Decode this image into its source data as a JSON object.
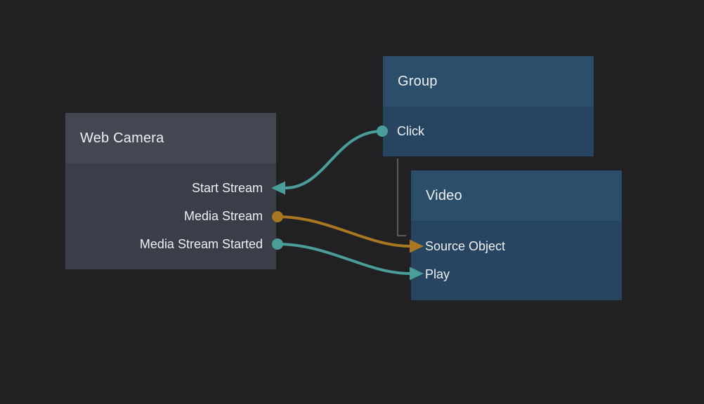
{
  "colors": {
    "background": "#212123",
    "node_header_gray": "#434751",
    "node_body_gray": "#3a3e49",
    "node_header_blue": "#2b4e6b",
    "node_body_blue": "#274560",
    "text": "#eef0f2",
    "teal": "#4a9d98",
    "orange": "#a9771f",
    "link_gray": "#595c5e"
  },
  "nodes": [
    {
      "title": "Web Camera",
      "ports": [
        {
          "label": "Start Stream",
          "side": "right",
          "connector": "arrow",
          "color": "#4a9d98"
        },
        {
          "label": "Media Stream",
          "side": "right",
          "connector": "dot",
          "color": "#a9771f"
        },
        {
          "label": "Media Stream Started",
          "side": "right",
          "connector": "dot",
          "color": "#4a9d98"
        }
      ]
    },
    {
      "title": "Group",
      "ports": [
        {
          "label": "Click",
          "side": "left",
          "connector": "dot",
          "color": "#4a9d98"
        }
      ]
    },
    {
      "title": "Video",
      "ports": [
        {
          "label": "Source Object",
          "side": "left",
          "connector": "arrow",
          "color": "#a9771f"
        },
        {
          "label": "Play",
          "side": "left",
          "connector": "arrow",
          "color": "#4a9d98"
        }
      ]
    }
  ],
  "wires": [
    {
      "from": "Group / Click",
      "to": "Web Camera / Start Stream",
      "color": "#4a9d98"
    },
    {
      "from": "Web Camera / Media Stream",
      "to": "Video / Source Object",
      "color": "#a9771f"
    },
    {
      "from": "Web Camera / Media Stream Started",
      "to": "Video / Play",
      "color": "#4a9d98"
    },
    {
      "from": "Group",
      "to": "Video",
      "color": "#595c5e",
      "style": "elbow"
    }
  ]
}
